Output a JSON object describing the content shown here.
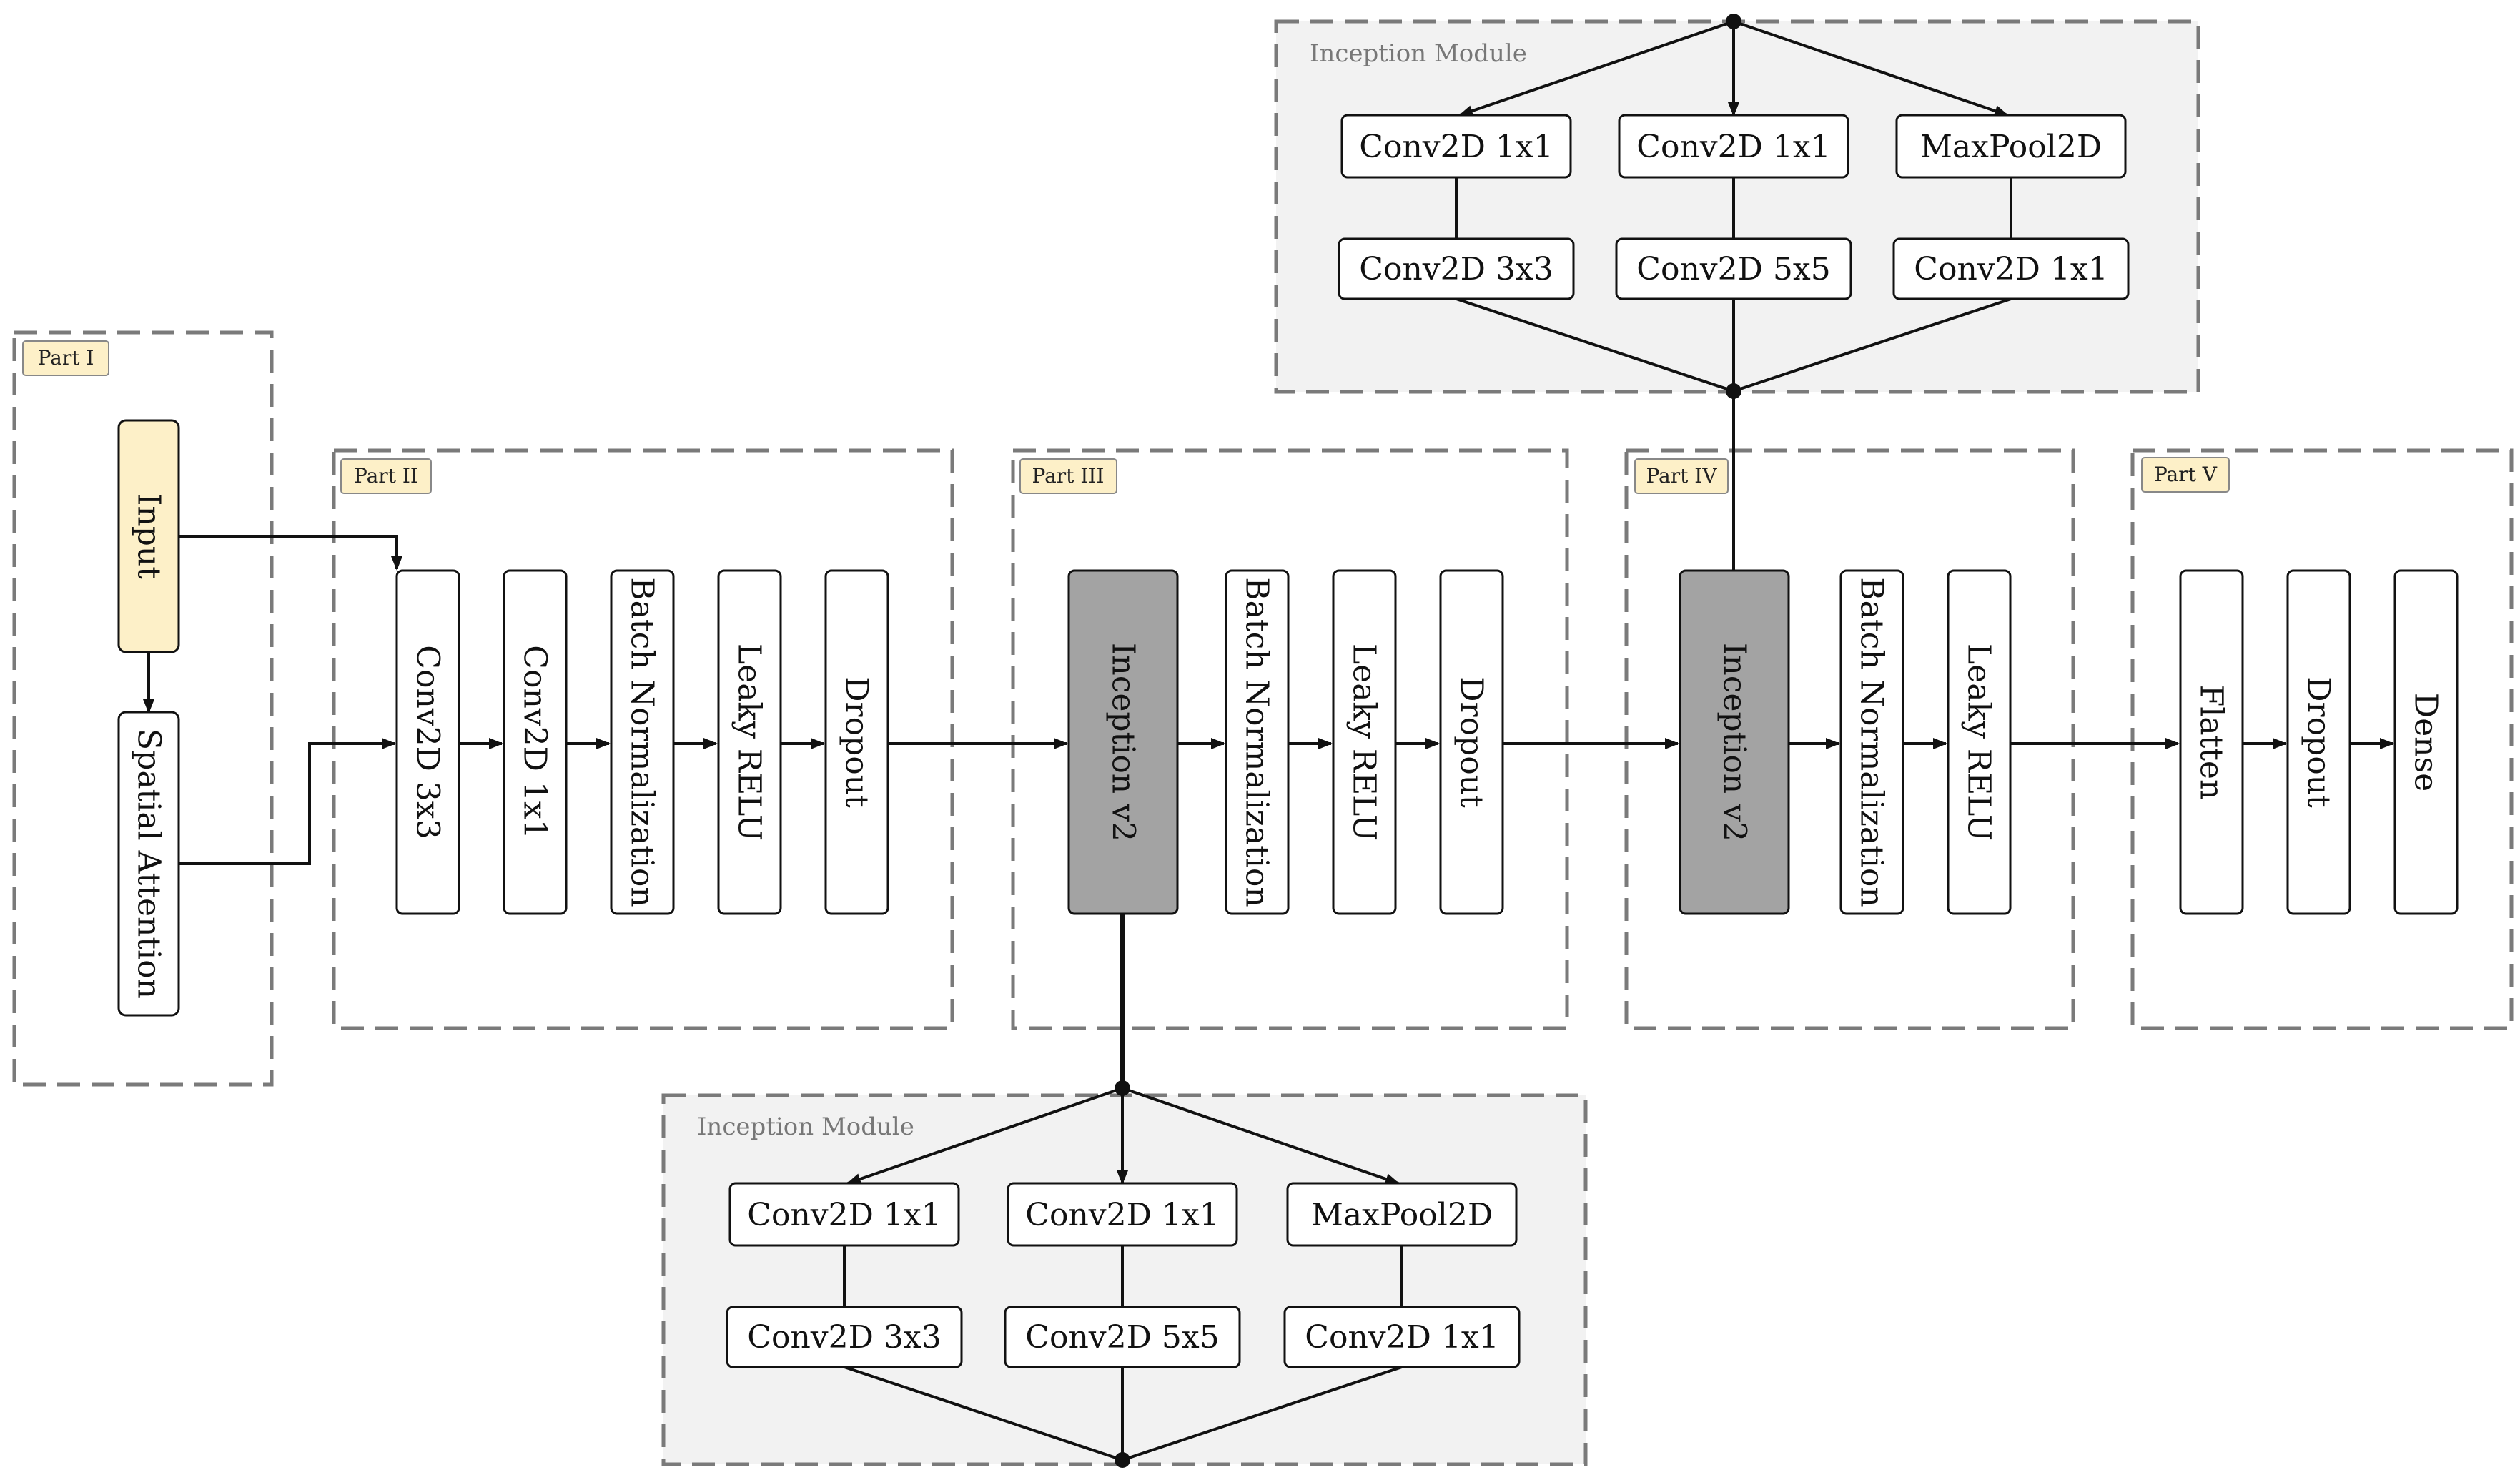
{
  "colors": {
    "dashed_border": "#7a7a7a",
    "module_bg": "#f2f2f2",
    "input_fill": "#fdf0c8",
    "part_tag_fill": "#fdf0c8",
    "inception_fill": "#a3a3a3",
    "line": "#111111"
  },
  "parts": {
    "p1": "Part I",
    "p2": "Part II",
    "p3": "Part III",
    "p4": "Part IV",
    "p5": "Part V"
  },
  "modules": {
    "top": {
      "title": "Inception Module",
      "b1_top": "Conv2D 1x1",
      "b2_top": "Conv2D 1x1",
      "b3_top": "MaxPool2D",
      "b1_bottom": "Conv2D 3x3",
      "b2_bottom": "Conv2D 5x5",
      "b3_bottom": "Conv2D 1x1"
    },
    "bottom": {
      "title": "Inception Module",
      "b1_top": "Conv2D 1x1",
      "b2_top": "Conv2D 1x1",
      "b3_top": "MaxPool2D",
      "b1_bottom": "Conv2D 3x3",
      "b2_bottom": "Conv2D 5x5",
      "b3_bottom": "Conv2D 1x1"
    }
  },
  "blocks": {
    "input": "Input",
    "spatial_attention": "Spatial Attention",
    "p2_conv3": "Conv2D 3x3",
    "p2_conv1": "Conv2D 1x1",
    "p2_bn": "Batch Normalization",
    "p2_lrelu": "Leaky RELU",
    "p2_dropout": "Dropout",
    "p3_incep": "Inception v2",
    "p3_bn": "Batch Normalization",
    "p3_lrelu": "Leaky RELU",
    "p3_dropout": "Dropout",
    "p4_incep": "Inception v2",
    "p4_bn": "Batch Normalization",
    "p4_lrelu": "Leaky RELU",
    "p5_flatten": "Flatten",
    "p5_dropout": "Dropout",
    "p5_dense": "Dense"
  }
}
